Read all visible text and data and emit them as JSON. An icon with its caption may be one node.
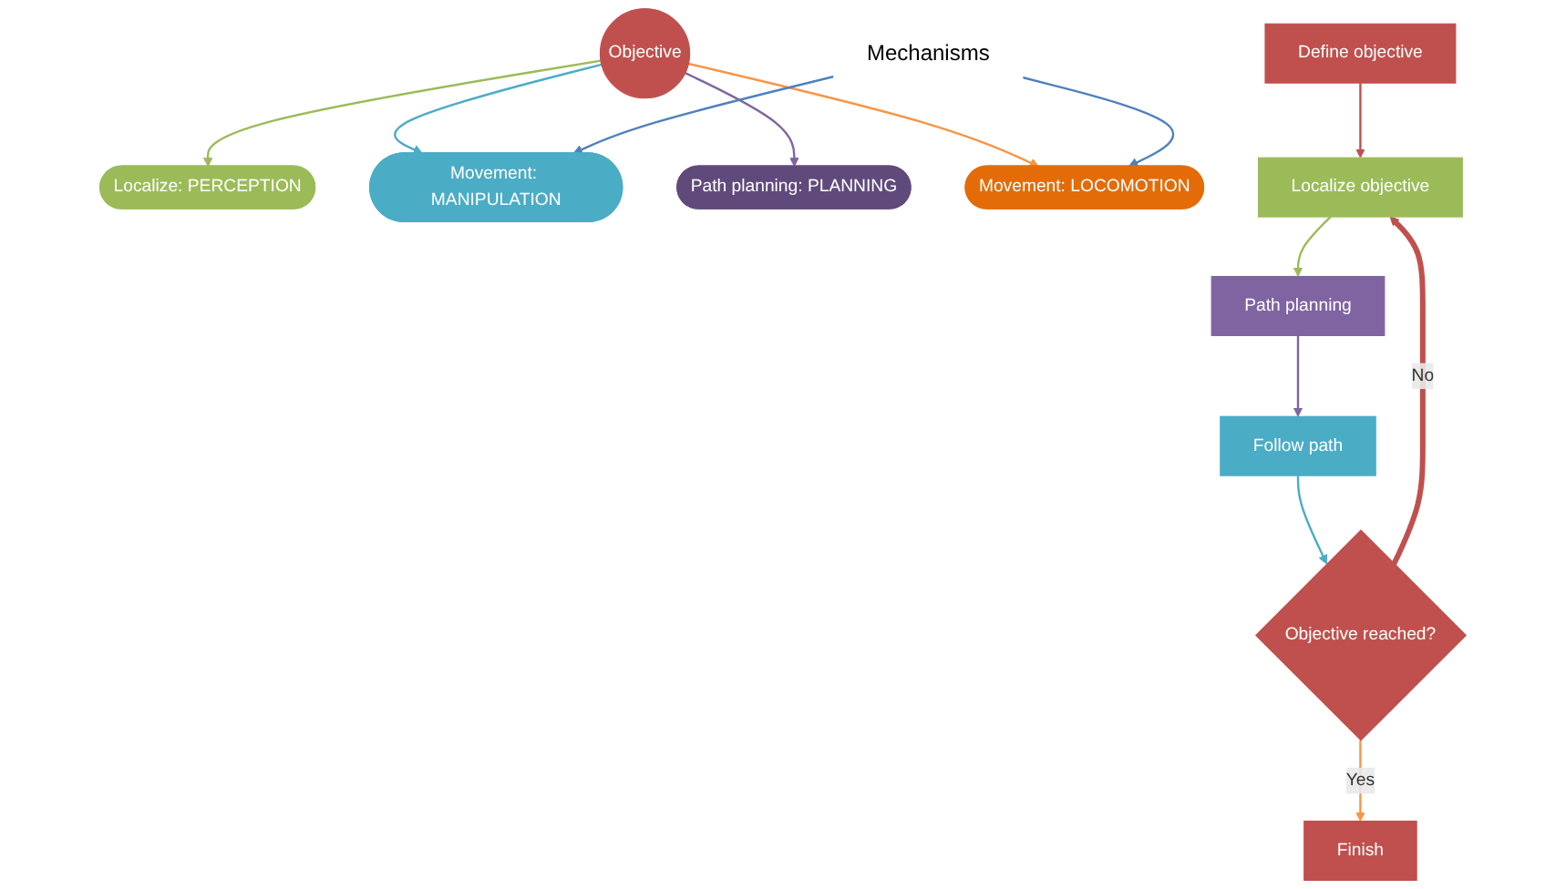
{
  "diagram": {
    "nodes": [
      {
        "text": [
          "Localize: PERCEPTION"
        ]
      },
      {
        "text": [
          "Movement: MANIPULATION"
        ]
      },
      {
        "text": [
          "Objective"
        ]
      },
      {
        "text": [
          "Path planning: PLANNING"
        ]
      },
      {
        "text": [
          "Mechanisms"
        ]
      },
      {
        "text": [
          "Movement: LOCOMOTION"
        ]
      },
      {
        "text": [
          "Define objective"
        ]
      },
      {
        "text": [
          "Localize objective"
        ]
      },
      {
        "text": [
          "Path planning"
        ]
      },
      {
        "text": [
          "Follow path"
        ]
      },
      {
        "text": [
          "Objective reached?"
        ]
      },
      {
        "text": [
          "Finish"
        ]
      }
    ],
    "edges": [
      {
        "from": 2,
        "to": 0,
        "arrow": "to",
        "color": "#9bbb59"
      },
      {
        "from": 2,
        "to": 1,
        "arrow": "to",
        "color": "#4bacc6"
      },
      {
        "from": 2,
        "to": 3,
        "arrow": "to",
        "color": "#8064a2"
      },
      {
        "from": 2,
        "to": 5,
        "arrow": "to",
        "color": "#f79646"
      },
      {
        "from": 4,
        "to": 1,
        "arrow": "to",
        "color": "#4f81bd"
      },
      {
        "from": 4,
        "to": 5,
        "arrow": "to",
        "color": "#4f81bd"
      },
      {
        "from": 6,
        "to": 7,
        "arrow": "to",
        "color": "#c0504d"
      },
      {
        "from": 7,
        "to": 8,
        "arrow": "to",
        "color": "#9bbb59"
      },
      {
        "from": 8,
        "to": 9,
        "arrow": "to",
        "color": "#8064a2"
      },
      {
        "from": 9,
        "to": 10,
        "arrow": "to",
        "color": "#4bacc6"
      },
      {
        "from": 10,
        "to": 11,
        "arrow": "to",
        "label": "Yes",
        "color": "#f79646"
      },
      {
        "from": 10,
        "to": 7,
        "arrow": "to",
        "label": "No",
        "style": "thick",
        "color": "#c0504d"
      }
    ]
  }
}
